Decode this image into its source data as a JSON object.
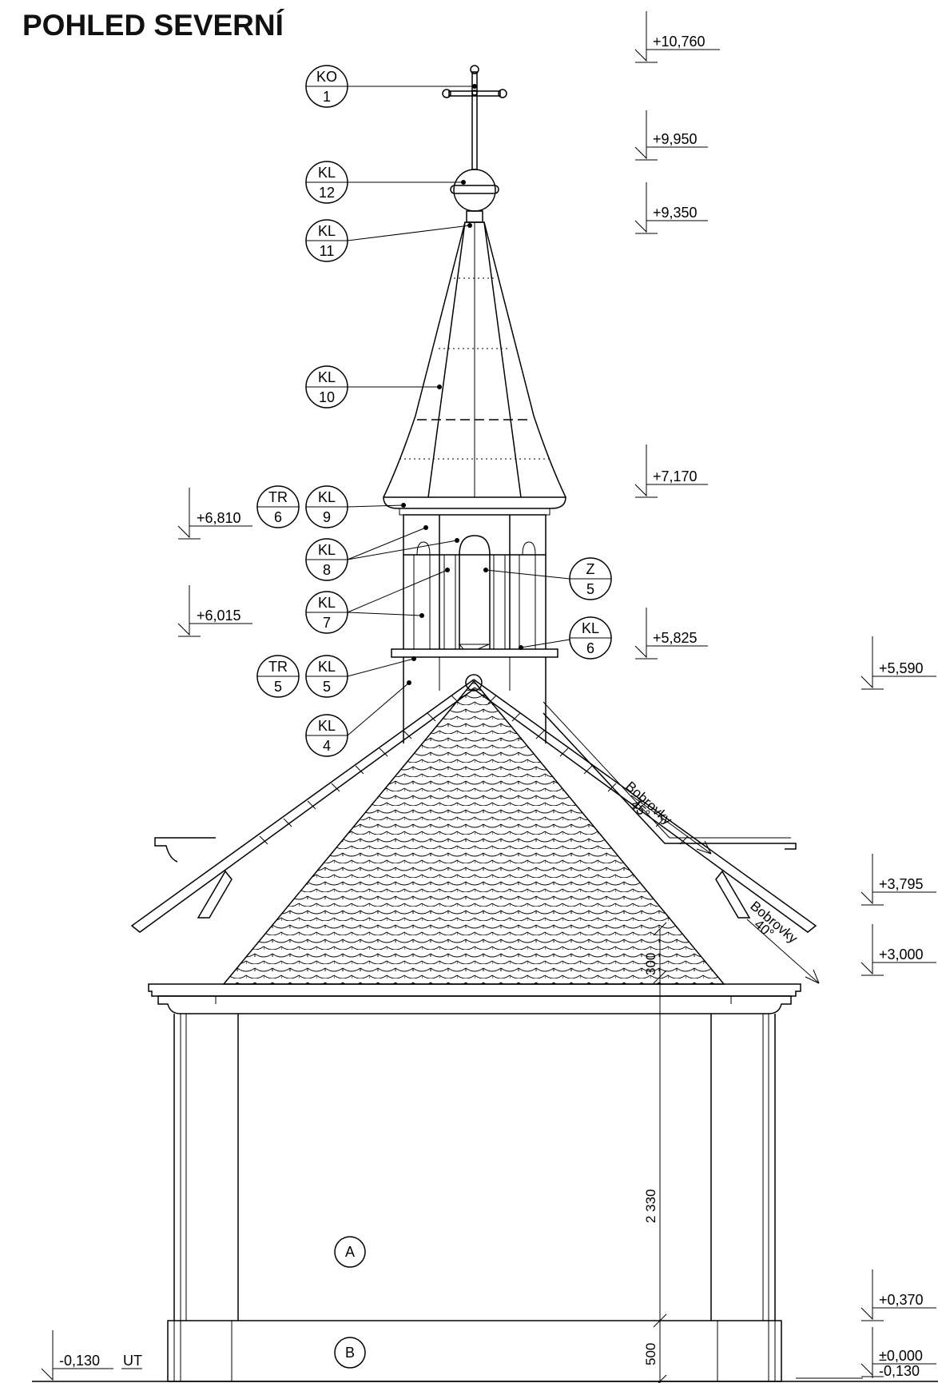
{
  "title": "POHLED SEVERNÍ",
  "levels": {
    "l10760": "+10,760",
    "l9950": "+9,950",
    "l9350": "+9,350",
    "l7170": "+7,170",
    "l6810": "+6,810",
    "l6015": "+6,015",
    "l5825": "+5,825",
    "l5590": "+5,590",
    "l3795": "+3,795",
    "l3000": "+3,000",
    "l0370": "+0,370",
    "l0000": "±0,000",
    "l0130r": "-0,130",
    "l0130l": "-0,130"
  },
  "ut_label": "UT",
  "tags": {
    "ko1": {
      "top": "KO",
      "bottom": "1"
    },
    "kl12": {
      "top": "KL",
      "bottom": "12"
    },
    "kl11": {
      "top": "KL",
      "bottom": "11"
    },
    "kl10": {
      "top": "KL",
      "bottom": "10"
    },
    "tr6": {
      "top": "TR",
      "bottom": "6"
    },
    "kl9": {
      "top": "KL",
      "bottom": "9"
    },
    "kl8": {
      "top": "KL",
      "bottom": "8"
    },
    "z5": {
      "top": "Z",
      "bottom": "5"
    },
    "kl7": {
      "top": "KL",
      "bottom": "7"
    },
    "kl6": {
      "top": "KL",
      "bottom": "6"
    },
    "tr5": {
      "top": "TR",
      "bottom": "5"
    },
    "kl5": {
      "top": "KL",
      "bottom": "5"
    },
    "kl4": {
      "top": "KL",
      "bottom": "4"
    }
  },
  "zones": {
    "a": "A",
    "b": "B"
  },
  "roof_notes": {
    "upper_material": "Bobrovky",
    "upper_angle": "45°",
    "lower_material": "Bobrovky",
    "lower_angle": "40°"
  },
  "dimensions": {
    "d300": "300",
    "d2330": "2 330",
    "d500": "500"
  }
}
